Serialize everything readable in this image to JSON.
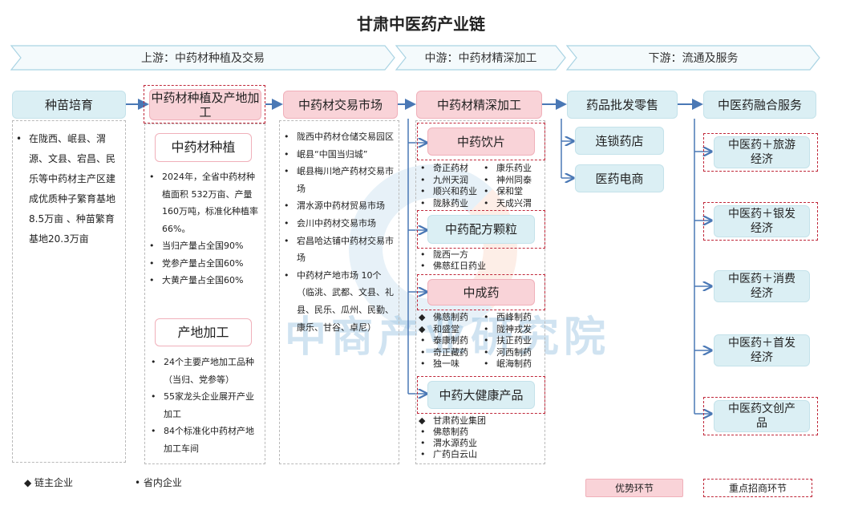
{
  "title": "甘肃中医药产业链",
  "stages": [
    "上游：中药材种植及交易",
    "中游：中药材精深加工",
    "下游：流通及服务"
  ],
  "watermark": "中商产业研究院",
  "col1": {
    "header": "种苗培育",
    "items": [
      "在陇西、岷县、渭源、文县、宕昌、民乐等中药材主产区建成优质种子繁育基地 8.5万亩 、种苗繁育基地20.3万亩"
    ]
  },
  "col2": {
    "header": "中药材种植及产地加工",
    "sub1": {
      "title": "中药材种植",
      "items": [
        "2024年，全省中药材种植面积 532万亩、产量160万吨，标准化种植率66%。",
        "当归产量占全国90%",
        "党参产量占全国60%",
        "大黄产量占全国60%"
      ]
    },
    "sub2": {
      "title": "产地加工",
      "items": [
        "24个主要产地加工品种（当归、党参等）",
        "55家龙头企业展开产业加工",
        "84个标准化中药材产地加工车间"
      ]
    }
  },
  "col3": {
    "header": "中药材交易市场",
    "items": [
      "陇西中药材仓储交易园区",
      "岷县“中国当归城”",
      "岷县梅川地产药材交易市场",
      "渭水源中药材贸易市场",
      "会川中药材交易市场",
      "宕昌哈达铺中药材交易市场",
      "中药材产地市场 10个（临洮、武都、文县、礼县、民乐、瓜州、民勤、康乐、甘谷、卓尼）"
    ]
  },
  "col4": {
    "header": "中药材精深加工",
    "subs": [
      {
        "title": "中药饮片",
        "items": [
          {
            "t": "奇正药材",
            "c": false
          },
          {
            "t": "康乐药业",
            "c": false
          },
          {
            "t": "九州天润",
            "c": false
          },
          {
            "t": "神州同泰",
            "c": false
          },
          {
            "t": "顺兴和药业",
            "c": false
          },
          {
            "t": "保和堂",
            "c": false
          },
          {
            "t": "陇脉药业",
            "c": false
          },
          {
            "t": "天成兴渭",
            "c": false
          }
        ]
      },
      {
        "title": "中药配方颗粒",
        "items": [
          {
            "t": "陇西一方",
            "c": false
          },
          {
            "t": "佛慈红日药业",
            "c": false
          }
        ]
      },
      {
        "title": "中成药",
        "items": [
          {
            "t": "佛慈制药",
            "c": true
          },
          {
            "t": "西峰制药",
            "c": false
          },
          {
            "t": "和盛堂",
            "c": true
          },
          {
            "t": "陇神戎发",
            "c": false
          },
          {
            "t": "泰康制药",
            "c": false
          },
          {
            "t": "扶正药业",
            "c": false
          },
          {
            "t": "奇正藏药",
            "c": false
          },
          {
            "t": "河西制药",
            "c": false
          },
          {
            "t": "独一味",
            "c": false
          },
          {
            "t": "岷海制药",
            "c": false
          }
        ]
      },
      {
        "title": "中药大健康产品",
        "items": [
          {
            "t": "甘肃药业集团",
            "c": true
          },
          {
            "t": "佛慈制药",
            "c": false
          },
          {
            "t": "渭水源药业",
            "c": false
          },
          {
            "t": "广药白云山",
            "c": false
          }
        ]
      }
    ]
  },
  "col5": {
    "header": "药品批发零售",
    "items": [
      "连锁药店",
      "医药电商"
    ]
  },
  "col6": {
    "header": "中医药融合服务",
    "items": [
      "中医药＋旅游经济",
      "中医药＋银发经济",
      "中医药＋消费经济",
      "中医药＋首发经济",
      "中医药文创产品"
    ]
  },
  "legend": {
    "chain": "◆ 链主企业",
    "local": "•  省内企业",
    "advantage": "优势环节",
    "key": "重点招商环节"
  },
  "colors": {
    "blue": "#dbeff4",
    "pink": "#f9d3d8",
    "red_dash": "#c0283a",
    "arrow": "#4a78b5"
  }
}
